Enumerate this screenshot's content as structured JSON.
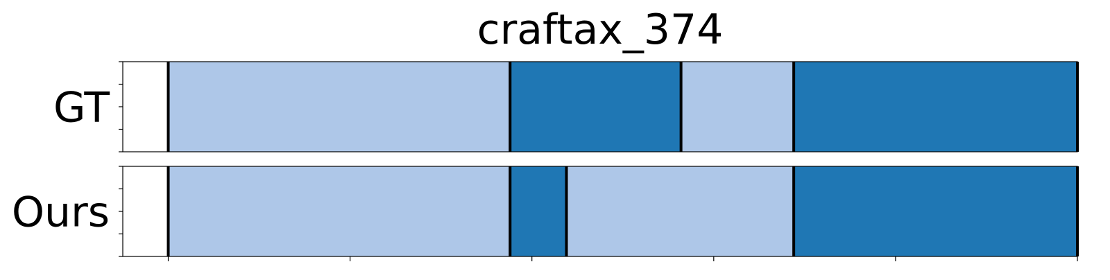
{
  "chart_data": {
    "type": "segmentation-timeline",
    "title": "craftax_374",
    "xlim": [
      -25,
      500
    ],
    "x_tick_positions": [
      0,
      100,
      200,
      300,
      400,
      500
    ],
    "x_tick_labels_shown": false,
    "y_ticks_shown_without_labels": true,
    "grid": false,
    "legend": "none",
    "palette": {
      "light": "#aec7e8",
      "dark": "#1f77b4",
      "boundary": "#000000",
      "frame": "#000000"
    },
    "rows": [
      {
        "label": "GT",
        "segments": [
          {
            "start": 0,
            "end": 188,
            "class": "light"
          },
          {
            "start": 188,
            "end": 282,
            "class": "dark"
          },
          {
            "start": 282,
            "end": 344,
            "class": "light"
          },
          {
            "start": 344,
            "end": 500,
            "class": "dark"
          }
        ],
        "boundaries": [
          0,
          188,
          282,
          344,
          500
        ]
      },
      {
        "label": "Ours",
        "segments": [
          {
            "start": 0,
            "end": 188,
            "class": "light"
          },
          {
            "start": 188,
            "end": 219,
            "class": "dark"
          },
          {
            "start": 219,
            "end": 344,
            "class": "light"
          },
          {
            "start": 344,
            "end": 500,
            "class": "dark"
          }
        ],
        "boundaries": [
          0,
          188,
          219,
          344,
          500
        ]
      }
    ]
  }
}
